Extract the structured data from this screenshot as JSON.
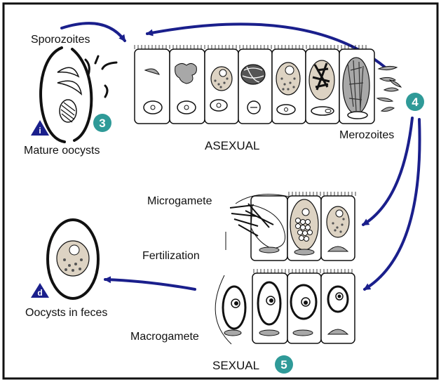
{
  "labels": {
    "sporozoites": "Sporozoites",
    "mature_oocysts": "Mature oocysts",
    "asexual": "ASEXUAL",
    "merozoites": "Merozoites",
    "microgamete": "Microgamete",
    "fertilization": "Fertilization",
    "oocysts_in_feces": "Oocysts in feces",
    "macrogamete": "Macrogamete",
    "sexual": "SEXUAL"
  },
  "stage_markers": {
    "step_3": "3",
    "step_4": "4",
    "step_5": "5",
    "infective_stage": "i",
    "diagnostic_stage": "d"
  },
  "colors": {
    "arrow": "#1a1f8c",
    "badge": "#2f9a98",
    "triangle": "#1a1f8c",
    "cell_fill": "#ffffff",
    "parasite_fill": "#ddd3c3",
    "gray_body": "#a8a8a8"
  }
}
